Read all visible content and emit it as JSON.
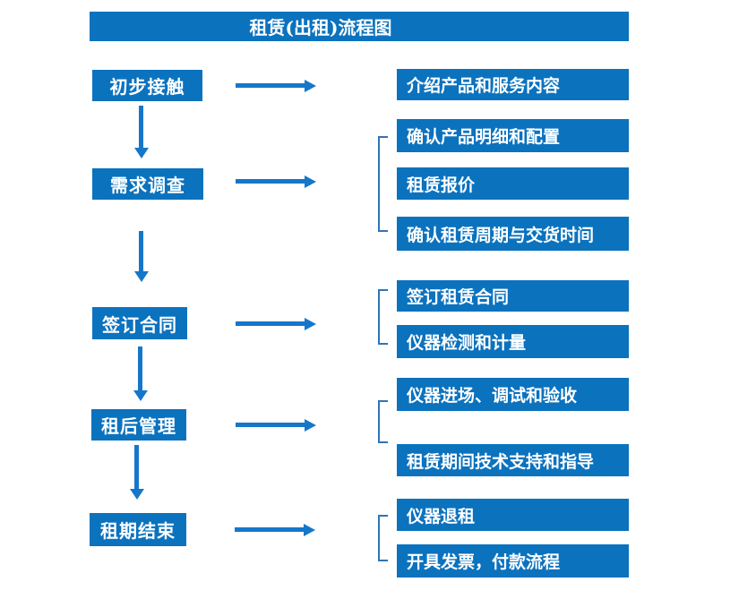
{
  "title": "租赁(出租)流程图",
  "colors": {
    "page_bg": "#FFFFFF",
    "box_blue": "#0B72BE",
    "arrow_blue": "#1577CA",
    "bracket_blue": "#2E75B6",
    "text_white": "#FFFFFF"
  },
  "steps": [
    {
      "label": "初步接触"
    },
    {
      "label": "需求调查"
    },
    {
      "label": "签订合同"
    },
    {
      "label": "租后管理"
    },
    {
      "label": "租期结束"
    }
  ],
  "details": [
    {
      "label": "介绍产品和服务内容"
    },
    {
      "label": "确认产品明细和配置"
    },
    {
      "label": "租赁报价"
    },
    {
      "label": "确认租赁周期与交货时间"
    },
    {
      "label": "签订租赁合同"
    },
    {
      "label": "仪器检测和计量"
    },
    {
      "label": "仪器进场、调试和验收"
    },
    {
      "label": "租赁期间技术支持和指导"
    },
    {
      "label": "仪器退租"
    },
    {
      "label": "开具发票，付款流程"
    }
  ]
}
